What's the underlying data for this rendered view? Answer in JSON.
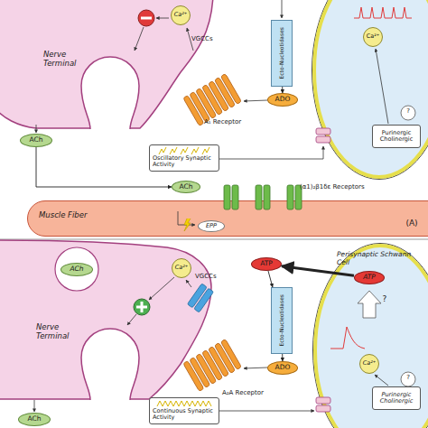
{
  "diagram": {
    "nodes": [
      {
        "text": [
          "Nerve Terminal"
        ]
      },
      {
        "text": [
          "Ca²⁺"
        ],
        "in": 0
      },
      {
        "text": [
          "Ecto-Nucleotidases"
        ]
      },
      {
        "text": [
          "ADO"
        ]
      },
      {
        "text": [
          "Ca²⁺"
        ]
      },
      {
        "text": [
          "Purinergic Cholinergic"
        ]
      },
      {
        "text": [
          "ACh"
        ]
      },
      {
        "text": [
          "Oscillatory Synaptic Activity"
        ]
      },
      {
        "text": [
          "ACh"
        ]
      },
      {
        "text": [
          "Muscle Fiber"
        ]
      },
      {
        "text": [
          "EPP"
        ],
        "in": 9
      },
      {
        "text": [
          "Nerve Terminal"
        ]
      },
      {
        "text": [
          "ACh"
        ],
        "in": 11
      },
      {
        "text": [
          "Ca²⁺"
        ],
        "in": 11
      },
      {
        "text": [
          "ATP"
        ]
      },
      {
        "text": [
          "Ecto-Nucleotidases"
        ]
      },
      {
        "text": [
          "ADO"
        ]
      },
      {
        "text": [
          "Perisynaptic Schwann Cell"
        ]
      },
      {
        "text": [
          "ATP"
        ],
        "in": 17
      },
      {
        "text": [
          "Ca²⁺"
        ],
        "in": 17
      },
      {
        "text": [
          "Purinergic Cholinergic"
        ],
        "in": 17
      },
      {
        "text": [
          "Continuous Synaptic Activity"
        ]
      },
      {
        "text": [
          "ACh"
        ]
      }
    ],
    "edges": [
      {
        "from": 2,
        "to": 3,
        "arrow": "to"
      },
      {
        "from": 6,
        "to": 8,
        "arrow": "to"
      },
      {
        "from": 14,
        "to": 15,
        "arrow": "to"
      },
      {
        "from": 15,
        "to": 16,
        "arrow": "to"
      },
      {
        "from": 18,
        "to": 14,
        "arrow": "to"
      }
    ],
    "labels": [
      "VGCCs",
      "A₁ Receptor",
      "?",
      "(α1)₂β1δε Receptors",
      "(A)",
      "VGCCs",
      "A₂A Receptor",
      "?",
      "?"
    ]
  }
}
